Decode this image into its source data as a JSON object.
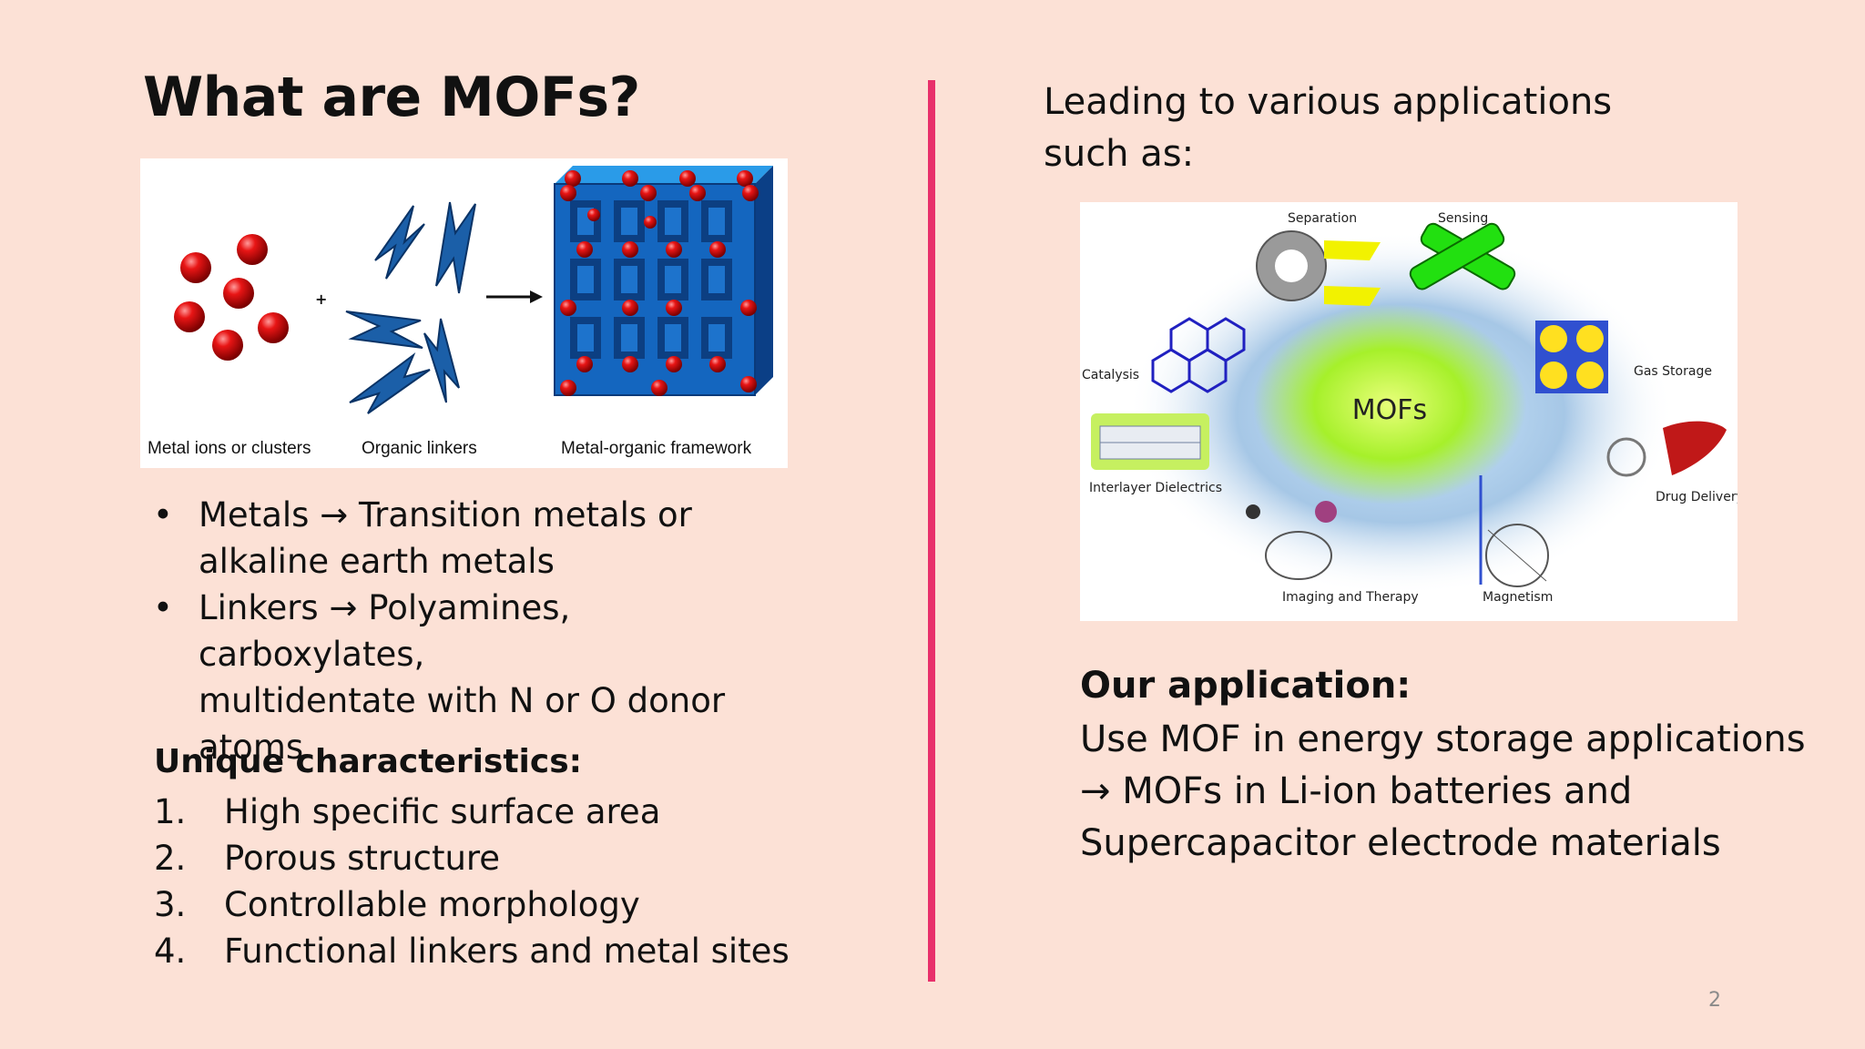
{
  "left": {
    "title": "What are MOFs?",
    "figure": {
      "caption_metal": "Metal ions or clusters",
      "caption_linkers": "Organic linkers",
      "caption_framework": "Metal-organic framework",
      "plus_sign": "+"
    },
    "bullets": [
      {
        "lead": "Metals ",
        "rest": " Transition metals or",
        "cont": "alkaline earth metals"
      },
      {
        "lead": "Linkers ",
        "rest": " Polyamines, carboxylates,",
        "cont": "multidentate with N or O donor",
        "cont2": "atoms"
      }
    ],
    "arrow_glyph": "→",
    "unique_heading": "Unique characteristics:",
    "unique_items": [
      {
        "num": "1.",
        "text": "High specific surface area"
      },
      {
        "num": "2.",
        "text": "Porous structure"
      },
      {
        "num": "3.",
        "text": "Controllable morphology"
      },
      {
        "num": "4.",
        "text": "Functional linkers and metal sites"
      }
    ]
  },
  "right": {
    "lead_line1": "Leading to various applications",
    "lead_line2": "such as:",
    "figure": {
      "center": "MOFs",
      "separation": "Separation",
      "sensing": "Sensing",
      "catalysis": "Catalysis",
      "gas_storage": "Gas Storage",
      "interlayer": "Interlayer Dielectrics",
      "drug_delivery": "Drug Delivery",
      "imaging": "Imaging and Therapy",
      "magnetism": "Magnetism"
    },
    "app_heading": "Our application:",
    "app_line1": "Use MOF in energy storage applications",
    "app_line2": " MOFs in Li-ion batteries and",
    "app_line3": "Supercapacitor electrode materials"
  },
  "page_number": "2",
  "colors": {
    "background": "#fce1d6",
    "divider": "#e8306b",
    "sphere": "#e01010",
    "linker": "#1b5fa8"
  }
}
